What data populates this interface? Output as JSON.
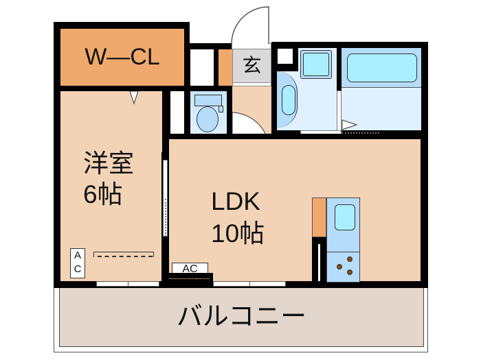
{
  "floorplan": {
    "colors": {
      "wall": "#000000",
      "room_floor": "#f2d3b5",
      "closet": "#f0a96c",
      "wet_area": "#dff1ff",
      "wet_fixture": "#b6dcfb",
      "fixture_water": "#a9efff",
      "entrance": "#d9d9d9",
      "balcony": "#e3d6cc",
      "stove_burner": "#8b4a10"
    },
    "rooms": {
      "walk_in_closet": {
        "label": "W—CL"
      },
      "western_room": {
        "label_line1": "洋室",
        "label_line2": "6帖"
      },
      "entrance": {
        "label": "玄"
      },
      "ldk": {
        "label_line1": "LDK",
        "label_line2": "10帖"
      },
      "balcony": {
        "label": "バルコニー"
      }
    },
    "fixtures": {
      "ac_western_room": {
        "label_top": "A",
        "label_bottom": "C"
      },
      "ac_ldk": {
        "label": "AC"
      }
    }
  }
}
